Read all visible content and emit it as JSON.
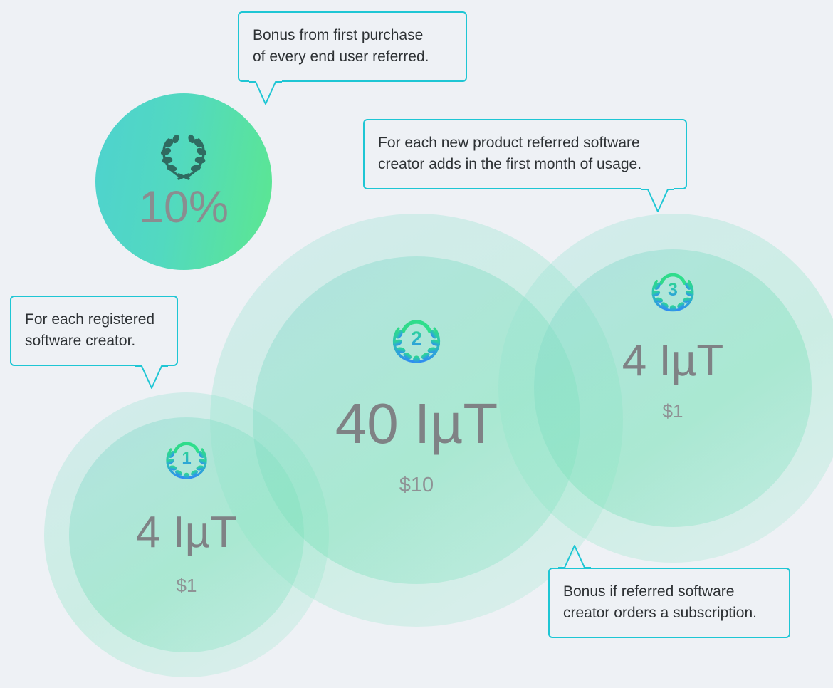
{
  "page": {
    "background_color": "#eef1f5",
    "accent_border_color": "#1ec6d4",
    "text_color": "#2d3134",
    "value_text_color": "#7f8285"
  },
  "percent_badge": {
    "icon": "laurel-wreath-icon",
    "value": "10%",
    "gradient_from": "#4ed2cf",
    "gradient_to": "#5ce78f"
  },
  "tiers": [
    {
      "rank": "1",
      "icon": "medal-rank-1-icon",
      "value": "4 IµT",
      "price": "$1"
    },
    {
      "rank": "2",
      "icon": "medal-rank-2-icon",
      "value": "40 IµT",
      "price": "$10"
    },
    {
      "rank": "3",
      "icon": "medal-rank-3-icon",
      "value": "4 IµT",
      "price": "$1"
    }
  ],
  "callouts": {
    "first_purchase_bonus": {
      "line1": "Bonus from first purchase",
      "line2": "of every end user referred."
    },
    "new_product_bonus": {
      "line1": "For each new product referred software",
      "line2": "creator adds in the first month of usage."
    },
    "registered_creator": {
      "line1": "For each registered",
      "line2": "software creator."
    },
    "subscription_bonus": {
      "line1": "Bonus if referred software",
      "line2": "creator orders a subscription."
    }
  }
}
